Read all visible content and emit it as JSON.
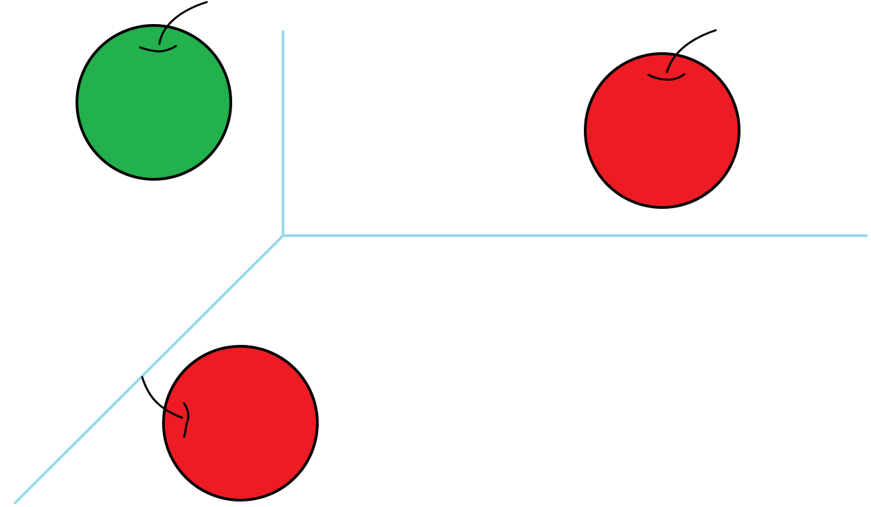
{
  "diagram": {
    "background": "#ffffff",
    "axis_color": "#99d9ea",
    "outline_color": "#000000",
    "stem_color": "#000000",
    "axes": [
      {
        "name": "vertical-axis"
      },
      {
        "name": "horizontal-axis"
      },
      {
        "name": "depth-axis"
      }
    ],
    "apples": [
      {
        "name": "green-apple",
        "color": "#22b14c",
        "icon": "apple-icon"
      },
      {
        "name": "red-apple-right",
        "color": "#ed1c24",
        "icon": "apple-icon"
      },
      {
        "name": "red-apple-bottom",
        "color": "#ed1c24",
        "icon": "apple-icon"
      }
    ]
  }
}
